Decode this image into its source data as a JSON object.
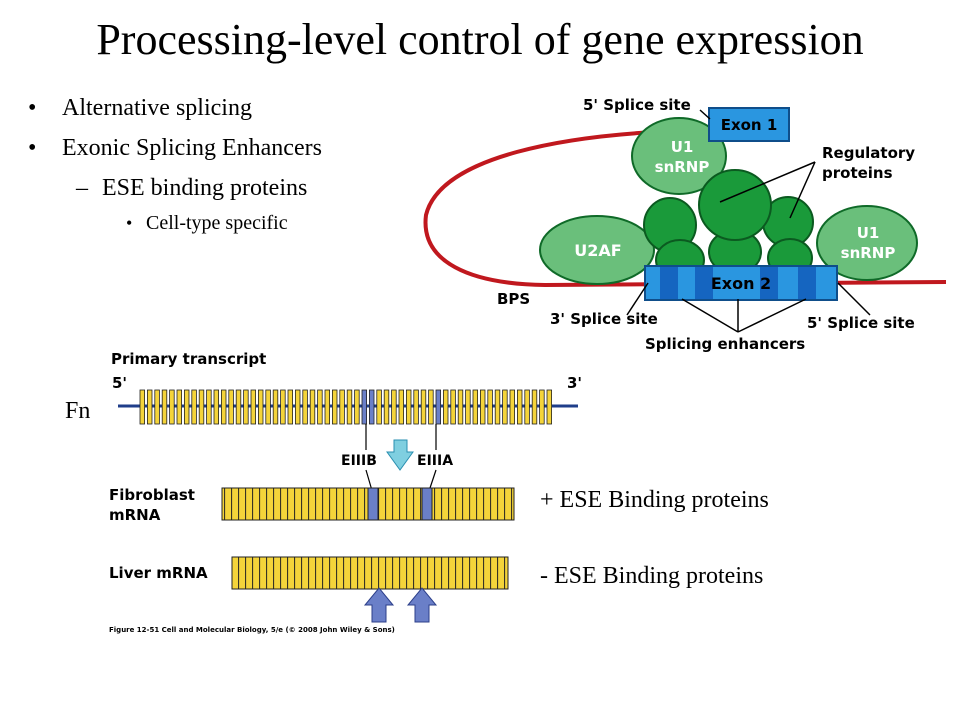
{
  "title": "Processing-level control of gene expression",
  "bullets": {
    "b1": "Alternative splicing",
    "b2": "Exonic Splicing Enhancers",
    "b3": "ESE binding proteins",
    "b4": "Cell-type specific",
    "dot": "•",
    "dash": "–",
    "small_dot": "•"
  },
  "splice_diagram": {
    "five_splice_top": "5' Splice site",
    "exon1": "Exon 1",
    "u1_top_line1": "U1",
    "u1_top_line2": "snRNP",
    "regulatory_line1": "Regulatory",
    "regulatory_line2": "proteins",
    "u1_right_line1": "U1",
    "u1_right_line2": "snRNP",
    "u2af": "U2AF",
    "exon2": "Exon 2",
    "bps": "BPS",
    "three_splice": "3' Splice site",
    "five_splice_bottom": "5' Splice site",
    "enhancers": "Splicing enhancers",
    "colors": {
      "rna": "#c0181e",
      "protein_dark": "#1a9a3a",
      "protein_light": "#6abf7b",
      "exon": "#2a96e0"
    }
  },
  "transcript_diagram": {
    "fn": "Fn",
    "primary": "Primary transcript",
    "five_prime": "5'",
    "three_prime": "3'",
    "eiiib": "EIIIB",
    "eiiia": "EIIIA",
    "fibroblast_line1": "Fibroblast",
    "fibroblast_line2": "mRNA",
    "liver": "Liver mRNA",
    "plus_ese": "+ ESE Binding proteins",
    "minus_ese": "- ESE Binding proteins",
    "caption": "Figure 12-51  Cell and Molecular Biology, 5/e (© 2008 John Wiley & Sons)",
    "colors": {
      "exon": "#f4d43a",
      "alt_exon": "#6a7fc8",
      "line": "#1f3e8a"
    }
  }
}
